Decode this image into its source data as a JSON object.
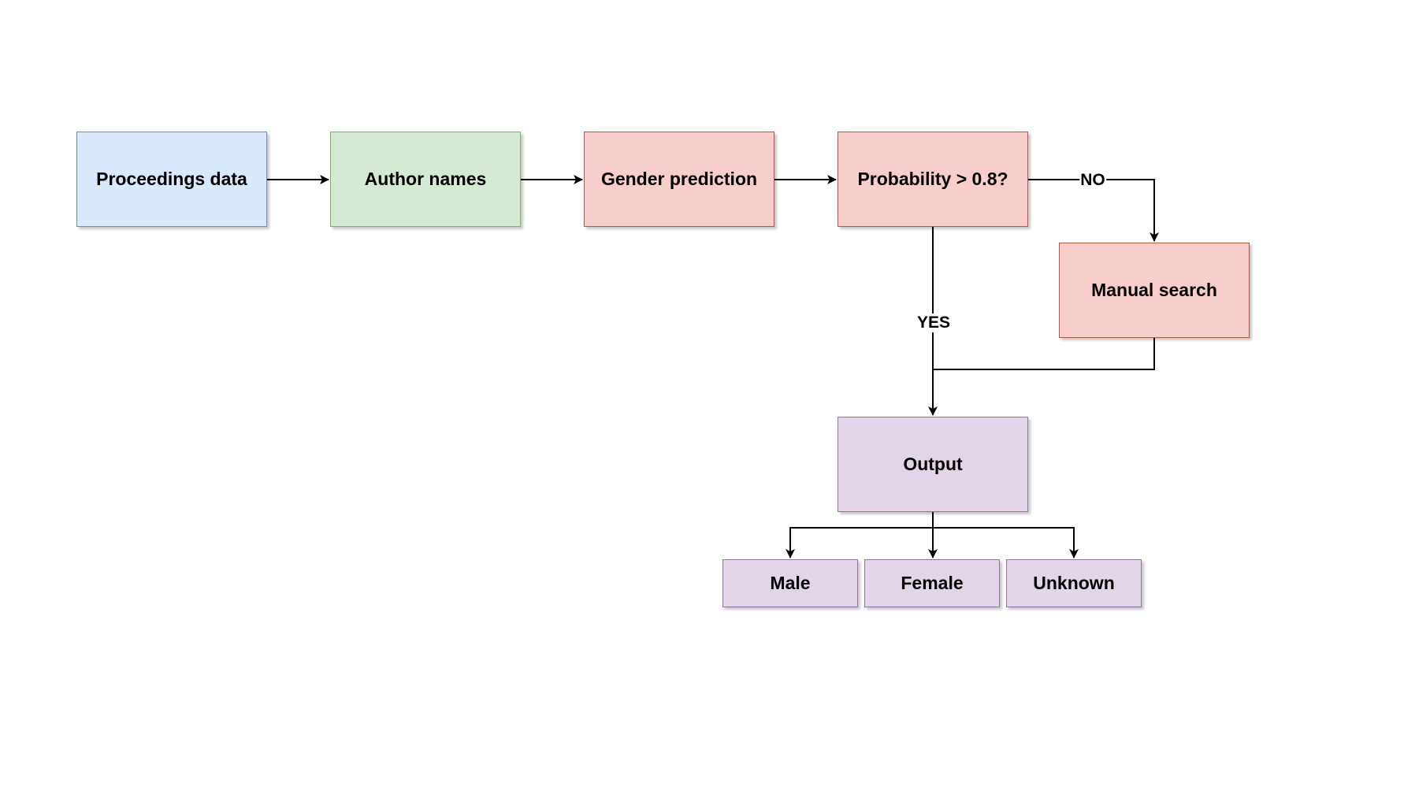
{
  "diagram": {
    "nodes": [
      {
        "id": "proceedings",
        "label": "Proceedings data",
        "fill": "#dae8fc",
        "stroke": "#6c8ebf"
      },
      {
        "id": "authors",
        "label": "Author names",
        "fill": "#d5e8d4",
        "stroke": "#82b366"
      },
      {
        "id": "gender",
        "label": "Gender prediction",
        "fill": "#f8cecc",
        "stroke": "#b85450"
      },
      {
        "id": "probability",
        "label": "Probability > 0.8?",
        "fill": "#f8cecc",
        "stroke": "#b85450"
      },
      {
        "id": "manual",
        "label": "Manual search",
        "fill": "#f8cecc",
        "stroke": "#b85450"
      },
      {
        "id": "output",
        "label": "Output",
        "fill": "#e1d5e7",
        "stroke": "#9673a6"
      },
      {
        "id": "male",
        "label": "Male",
        "fill": "#e1d5e7",
        "stroke": "#9673a6"
      },
      {
        "id": "female",
        "label": "Female",
        "fill": "#e1d5e7",
        "stroke": "#9673a6"
      },
      {
        "id": "unknown",
        "label": "Unknown",
        "fill": "#e1d5e7",
        "stroke": "#9673a6"
      }
    ],
    "edges": [
      {
        "from": "proceedings",
        "to": "authors",
        "label": ""
      },
      {
        "from": "authors",
        "to": "gender",
        "label": ""
      },
      {
        "from": "gender",
        "to": "probability",
        "label": ""
      },
      {
        "from": "probability",
        "to": "manual",
        "label": "NO"
      },
      {
        "from": "probability",
        "to": "output",
        "label": "YES"
      },
      {
        "from": "manual",
        "to": "output",
        "label": ""
      },
      {
        "from": "output",
        "to": "male",
        "label": ""
      },
      {
        "from": "output",
        "to": "female",
        "label": ""
      },
      {
        "from": "output",
        "to": "unknown",
        "label": ""
      }
    ],
    "edge_color": "#000000"
  }
}
